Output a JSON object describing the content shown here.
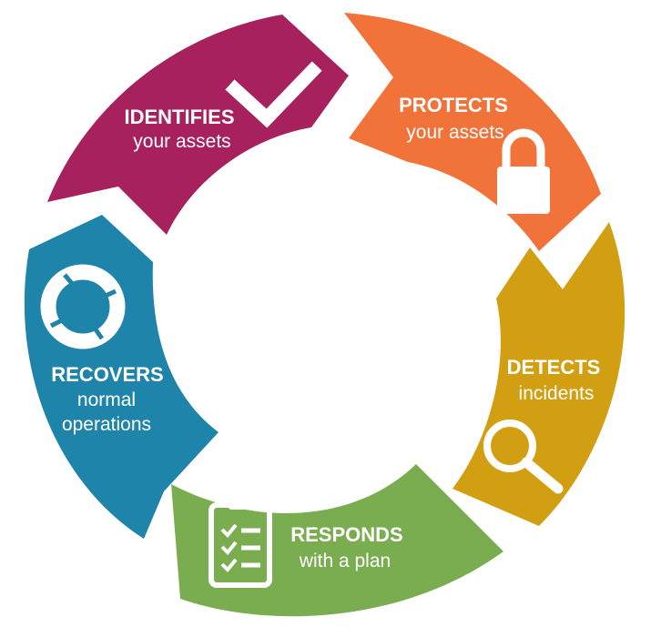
{
  "colors": {
    "identify": "#a8215f",
    "protect": "#f2733a",
    "detect": "#d29f12",
    "respond": "#7aad4f",
    "recover": "#1f84aa",
    "text": "#ffffff"
  },
  "segments": [
    {
      "id": "identify",
      "title": "IDENTIFIES",
      "subtitle": [
        "your assets"
      ],
      "icon": "checkmark-icon"
    },
    {
      "id": "protect",
      "title": "PROTECTS",
      "subtitle": [
        "your assets"
      ],
      "icon": "padlock-icon"
    },
    {
      "id": "detect",
      "title": "DETECTS",
      "subtitle": [
        "incidents"
      ],
      "icon": "magnifier-icon"
    },
    {
      "id": "respond",
      "title": "RESPONDS",
      "subtitle": [
        "with a plan"
      ],
      "icon": "clipboard-checklist-icon"
    },
    {
      "id": "recover",
      "title": "RECOVERS",
      "subtitle": [
        "normal",
        "operations"
      ],
      "icon": "cycle-arrows-icon"
    }
  ]
}
